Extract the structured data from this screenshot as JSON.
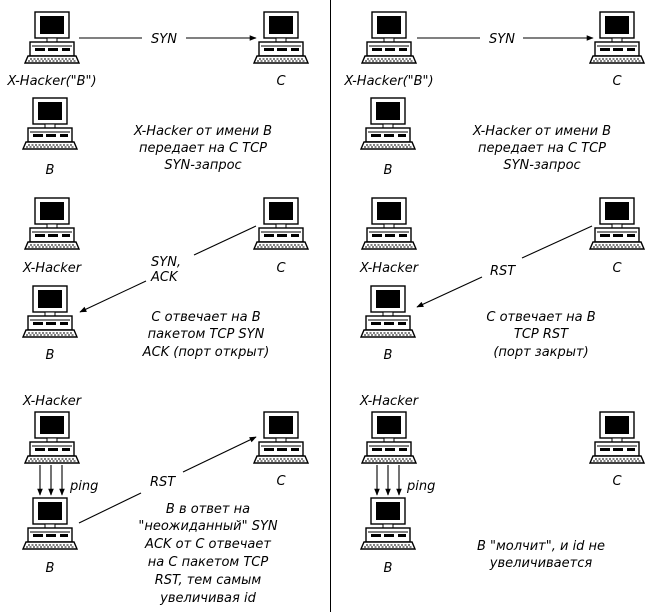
{
  "panels": {
    "left": {
      "step1": {
        "attacker_label": "X-Hacker(\"B\")",
        "target_label": "C",
        "bystander_label": "B",
        "arrow_label": "SYN",
        "caption": [
          "X-Hacker от имени B",
          "передает на C TCP",
          "SYN-запрос"
        ]
      },
      "step2": {
        "attacker_label": "X-Hacker",
        "target_label": "C",
        "bystander_label": "B",
        "arrow_label": [
          "SYN,",
          "ACK"
        ],
        "caption": [
          "C отвечает на B",
          "пакетом TCP SYN",
          "ACK (порт открыт)"
        ]
      },
      "step3": {
        "attacker_label": "X-Hacker",
        "target_label": "C",
        "bystander_label": "B",
        "ping_label": "ping",
        "arrow_label": "RST",
        "caption": [
          "B в ответ на",
          "\"неожиданный\" SYN",
          "ACK от C отвечает",
          "на C пакетом TCP",
          "RST, тем самым",
          "увеличивая id"
        ]
      }
    },
    "right": {
      "step1": {
        "attacker_label": "X-Hacker(\"B\")",
        "target_label": "C",
        "bystander_label": "B",
        "arrow_label": "SYN",
        "caption": [
          "X-Hacker от имени B",
          "передает на C TCP",
          "SYN-запрос"
        ]
      },
      "step2": {
        "attacker_label": "X-Hacker",
        "target_label": "C",
        "bystander_label": "B",
        "arrow_label": "RST",
        "caption": [
          "C отвечает на B",
          "TCP RST",
          "(порт закрыт)"
        ]
      },
      "step3": {
        "attacker_label": "X-Hacker",
        "target_label": "C",
        "bystander_label": "B",
        "ping_label": "ping",
        "caption": [
          "B \"молчит\", и id не",
          "увеличивается"
        ]
      }
    }
  }
}
